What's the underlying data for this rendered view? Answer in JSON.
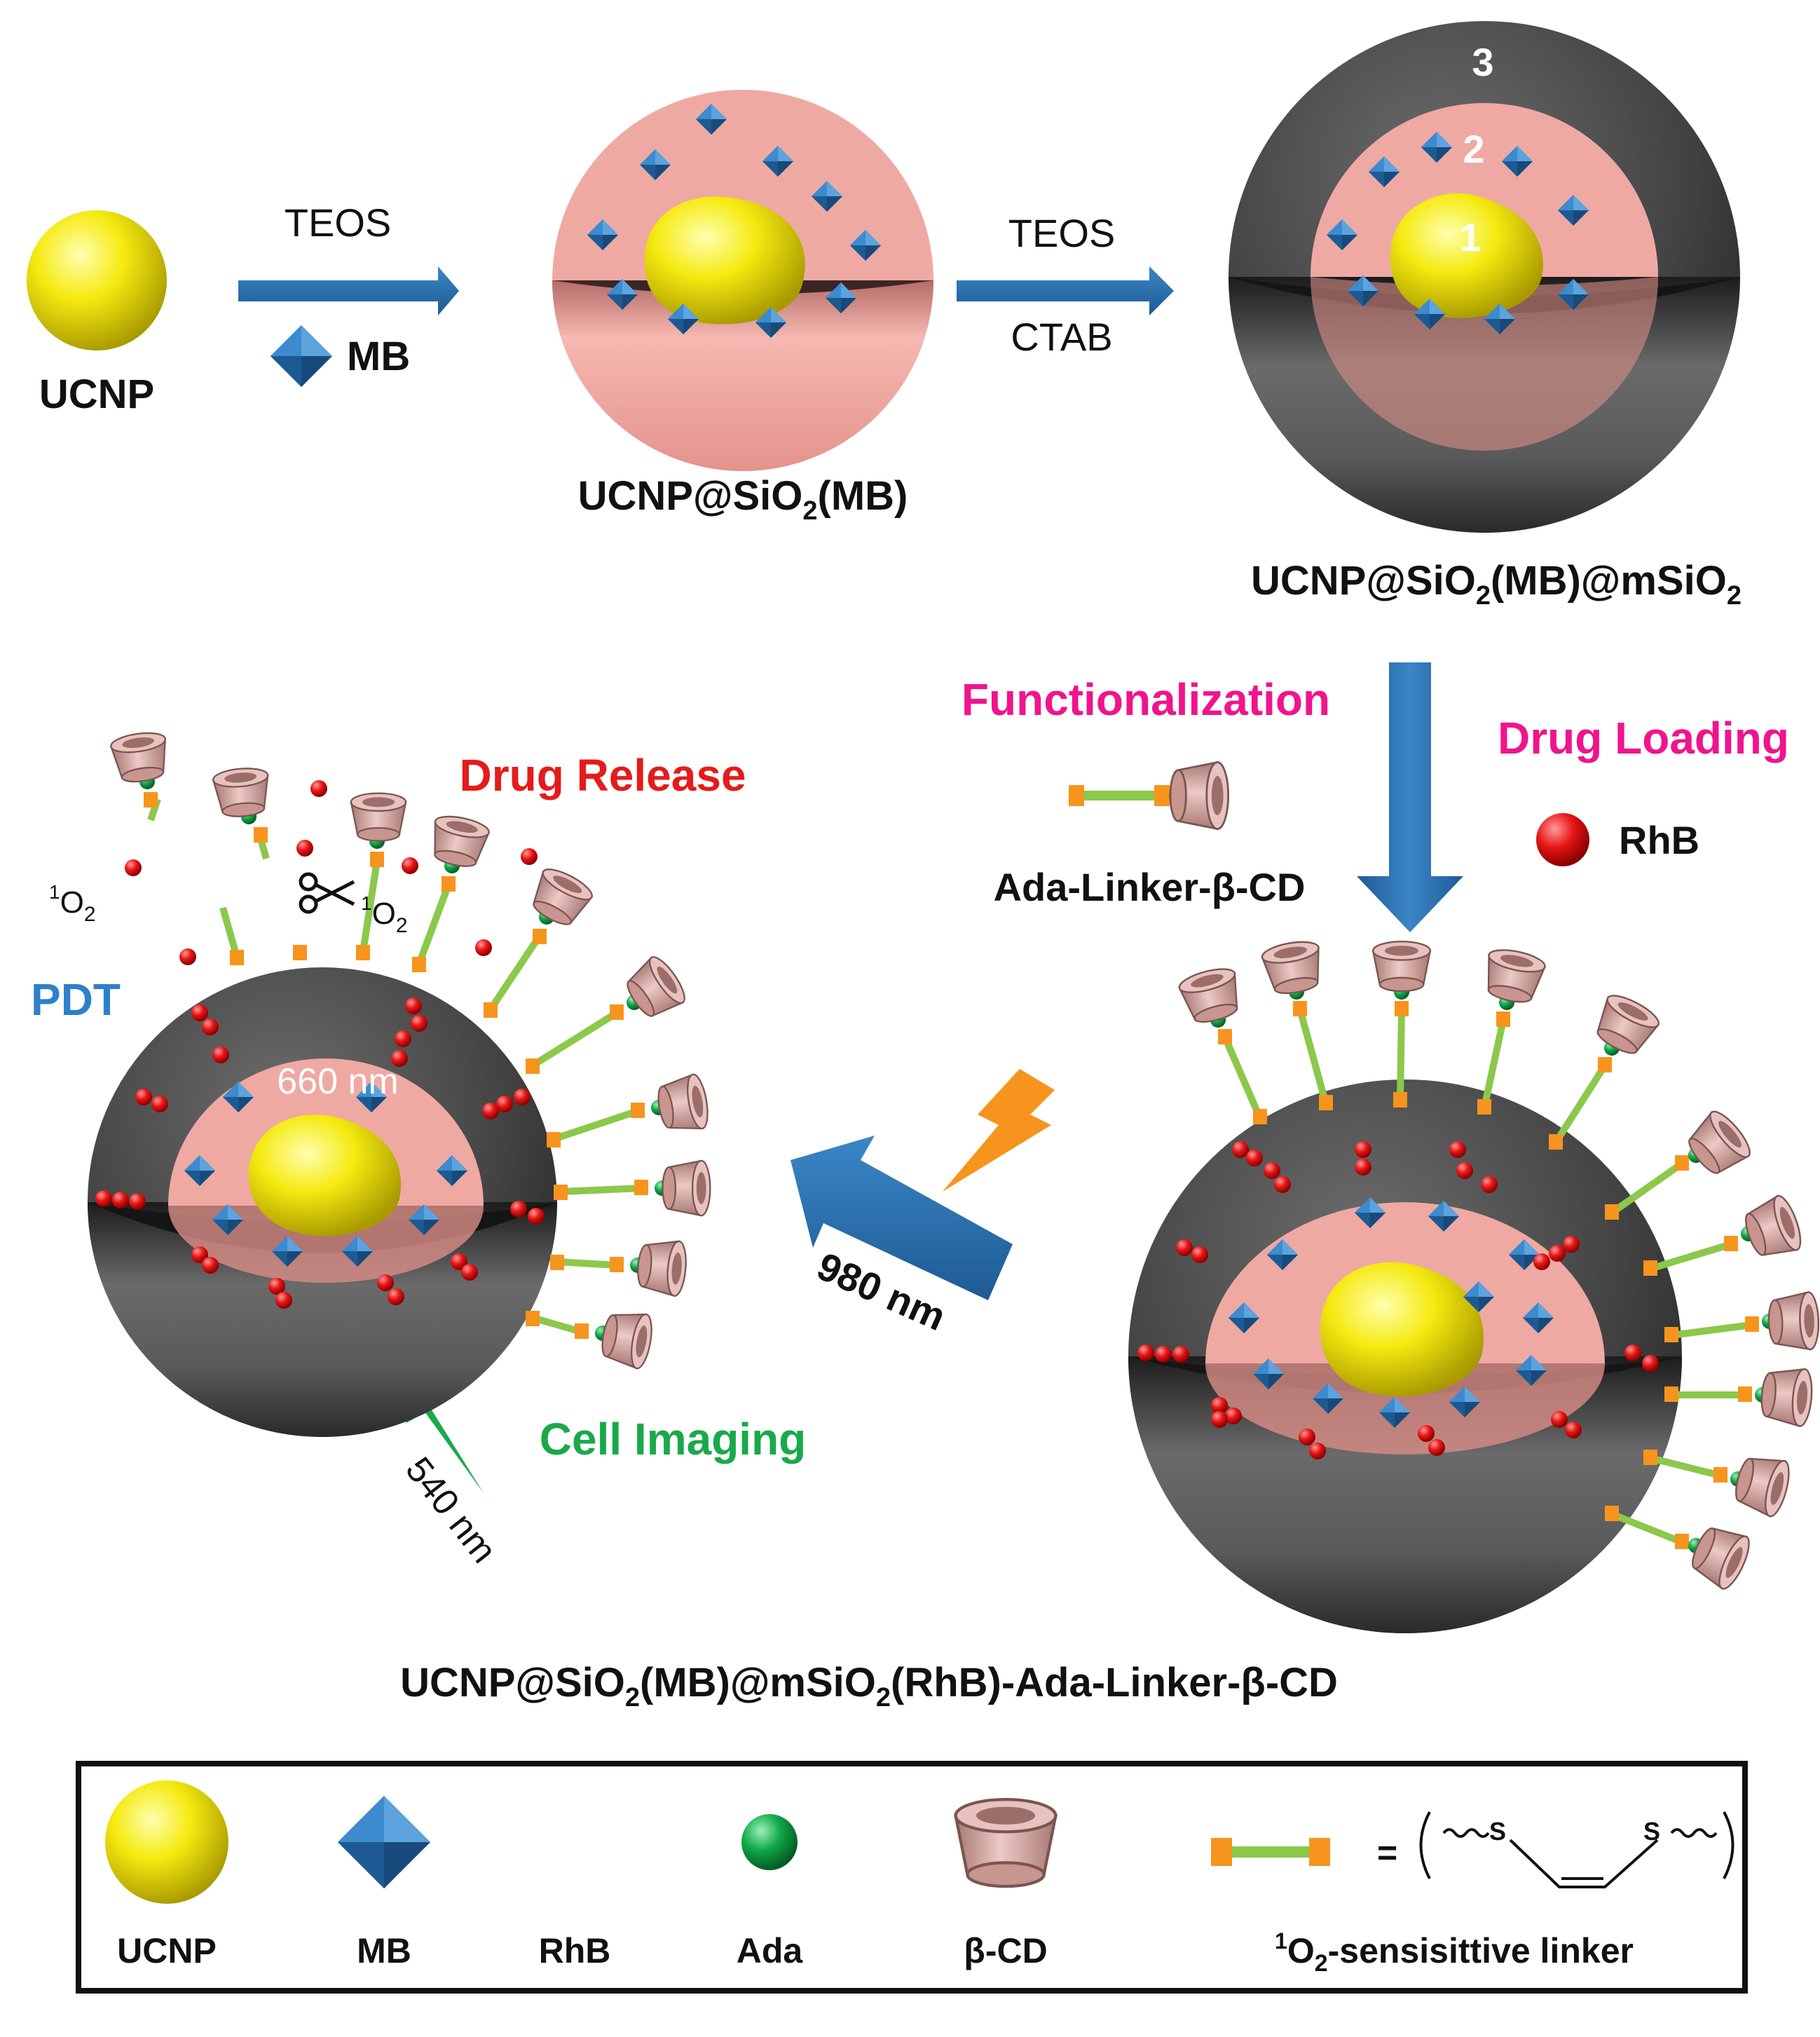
{
  "steps": {
    "step1_top": "TEOS",
    "step1_bottom": "MB",
    "step2_top": "TEOS",
    "step2_bottom": "CTAB"
  },
  "particles": {
    "ucnp": "UCNP",
    "stage2": {
      "base": "UCNP@SiO",
      "sub": "2",
      "tail": "(MB)"
    },
    "stage3": {
      "base": "UCNP@SiO",
      "sub": "2",
      "mid": "(MB)@mSiO",
      "sub2": "2"
    },
    "layer_numbers": [
      "1",
      "2",
      "3"
    ],
    "final": {
      "base": "UCNP@SiO",
      "sub": "2",
      "mid": "(MB)@mSiO",
      "sub2": "2",
      "tail": "(RhB)-Ada-Linker-β-CD"
    }
  },
  "process": {
    "functionalization": "Functionalization",
    "drug_loading": "Drug Loading",
    "linker_label": "Ada-Linker-β-CD",
    "rhb": "RhB",
    "drug_release": "Drug Release",
    "pdt": "PDT",
    "singlet_o2": {
      "sup": "1",
      "base": "O",
      "sub": "2"
    },
    "wavelength_660": "660 nm",
    "wavelength_980": "980 nm",
    "wavelength_540": "540 nm",
    "cell_imaging": "Cell Imaging"
  },
  "legend": {
    "items": [
      "UCNP",
      "MB",
      "RhB",
      "Ada",
      "β-CD"
    ],
    "linker_label": {
      "sup": "1",
      "base": "O",
      "sub": "2",
      "tail": "-sensisittive linker"
    },
    "equals": "=",
    "sulfur": "S"
  },
  "colors": {
    "ucnp_yellow": "#f2e600",
    "mb_blue": "#2a6fb0",
    "rhb_red": "#e01010",
    "ada_green": "#0a9a40",
    "cd_pink": "#d9a8a2",
    "silica_pink": "#f0a8a2",
    "mesoporous_gray": "#4a4a4a",
    "arrow_blue": "#2e70ad",
    "functionalization_magenta": "#f0148c",
    "drug_release_red": "#e51b1b",
    "pdt_blue": "#2e80c8",
    "cell_imaging_green": "#19a94a",
    "flash_orange": "#f7941d",
    "linker_green": "#8cc84b",
    "linker_end_orange": "#f7941d"
  }
}
